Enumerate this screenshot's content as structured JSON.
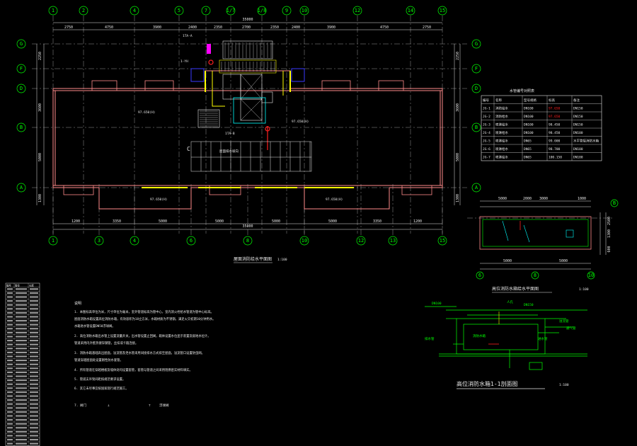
{
  "colors": {
    "background": "#000000",
    "grid": "#00ff00",
    "dashed": "#bbbbbb",
    "wall": "#ff8a8a",
    "yellow": "#ffff00",
    "white": "#e8e8e8",
    "cyan": "#00ffff",
    "magenta": "#ff00ff",
    "blue": "#3a3aff",
    "red": "#ff2020"
  },
  "plan": {
    "top_axes": [
      "1",
      "2",
      "4",
      "5",
      "7",
      "1/7",
      "1/8",
      "9",
      "10",
      "12",
      "14",
      "15"
    ],
    "bottom_axes": [
      "1",
      "3",
      "4",
      "6",
      "8",
      "10",
      "12",
      "13",
      "15"
    ],
    "row_axes": [
      "G",
      "F",
      "D",
      "B",
      "A"
    ],
    "top_total_dim": "35000",
    "bottom_total_dim": "35000",
    "top_dims": [
      "2750",
      "4750",
      "3900",
      "2400",
      "2350",
      "2700",
      "2350",
      "2400",
      "3900",
      "4750",
      "2750"
    ],
    "bottom_dims": [
      "1200",
      "3350",
      "5000",
      "5000",
      "5000",
      "5000",
      "3350",
      "1200"
    ],
    "left_dims": [
      "2250",
      "3600",
      "5000",
      "1300"
    ],
    "right_dims": [
      "2250",
      "3600",
      "5000",
      "1300"
    ],
    "elev_left": "97.650(H)",
    "elev_right": "97.650(H)",
    "elev_bottom_left": "97.650(H)",
    "elev_bottom_right": "97.650(H)",
    "stair_label": "1TA-A",
    "stair_label2": "1TA-B",
    "pump_note": "1-YH",
    "center_label": "C",
    "roof_note": "屋面排水坡向",
    "caption": "屋面消防给水平面图",
    "caption_scale": "1:100"
  },
  "pipe_table": {
    "header": [
      "编号",
      "名称",
      "型号规格",
      "标高",
      "备注"
    ],
    "rows": [
      [
        "JG-1",
        "消防给水",
        "DN100",
        "97.650",
        "DN150"
      ],
      [
        "JG-2",
        "消防给水",
        "DN100",
        "97.650",
        "DN150"
      ],
      [
        "JG-3",
        "喷淋给水",
        "DN100",
        "98.450",
        "DN150"
      ],
      [
        "JG-4",
        "喷淋给水",
        "DN100",
        "98.450",
        "DN100"
      ],
      [
        "JG-5",
        "喷淋给水",
        "DN65",
        "99.000",
        "水平管接消防水箱"
      ],
      [
        "JG-6",
        "喷淋给水",
        "DN65",
        "98.700",
        "DN100"
      ],
      [
        "JG-7",
        "喷淋给水",
        "DN65",
        "100.150",
        "DN100"
      ]
    ]
  },
  "tank_plan": {
    "axes": [
      "6",
      "8",
      "10"
    ],
    "row_axis": "B",
    "top_dims": [
      "5000",
      "2000",
      "3000",
      "1000"
    ],
    "bottom_dims": [
      "5000",
      "5000"
    ],
    "right_dims": [
      "2500",
      "1300",
      "600"
    ],
    "caption": "高位消防水箱给水平面图",
    "caption_scale": "1:100"
  },
  "section": {
    "labels": [
      "消防水箱",
      "DN100",
      "DN150",
      "溢流管",
      "通气管",
      "排水管",
      "进水管",
      "人孔"
    ],
    "caption": "高位消防水箱1-1剖面图",
    "caption_scale": "1:100"
  },
  "notes": {
    "heading": "说明",
    "items": [
      "1. 本图标高单位为米，尺寸单位为毫米，室外管道标高为管中心，室内消火栓给水管道为管中心标高。",
      "   屋面消防水箱设置高位消防水箱，有效容积为18立方米，水箱材质为不锈钢，满足火灾初期10分钟用水。",
      "   水箱进水管设置DN50浮球阀。",
      "2. 高位消防水箱出水管上设置流量开关，出水管设置止回阀，箱体设置水位显示装置及就地水位计。",
      "   管道采用内外壁热镀锌钢管，丝扣或卡箍连接。",
      "3. 消防水箱基础高出屋面，溢流管及泄水管采用间接排水方式排至屋面，溢流管口设置防虫网。",
      "   管道穿越屋面处设置刚性防水套管。",
      "4. 所有管道在穿越楼板及墙体处均设置套管，套管与管道之间采用阻燃密实材料填实。",
      "5. 管道支吊架间距按规范要求设置。",
      "6. 其它未尽事宜按国家现行规范施工。"
    ],
    "legend_a": "阀门",
    "legend_b": "浮球阀"
  },
  "left_table": {
    "header": [
      "编号",
      "管径",
      "长度"
    ],
    "row_count": 40
  }
}
